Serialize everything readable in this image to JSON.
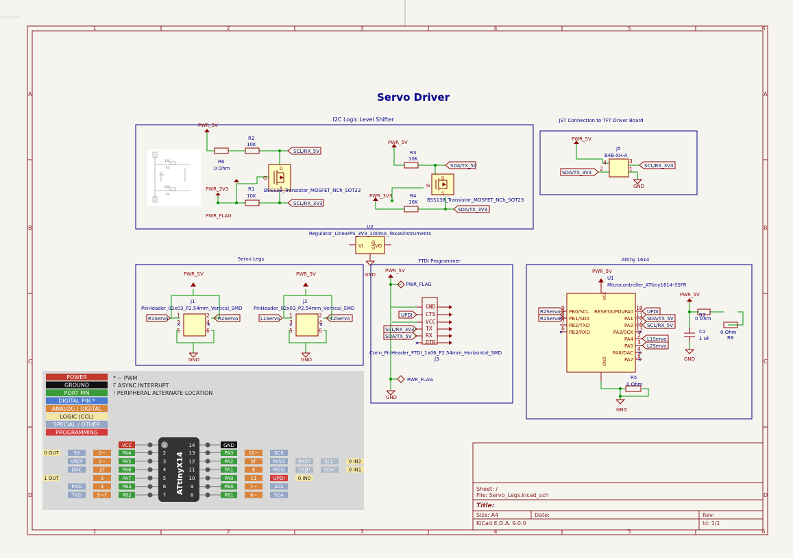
{
  "sheet": {
    "title": "Servo Driver",
    "border_cols": [
      "1",
      "2",
      "3",
      "4",
      "5",
      "6"
    ],
    "border_rows": [
      "A",
      "B",
      "C",
      "D"
    ]
  },
  "blocks": {
    "i2c": "I2C Logic Level Shifter",
    "jst": "JST Connection to TFT Driver Board",
    "servo": "Servo Legs",
    "ftdi": "FTDI Programmer",
    "attiny": "Attiny 1614"
  },
  "nets": {
    "pwr5": "PWR_5V",
    "pwr33": "PWR_3V3",
    "pwrflag": "PWR_FLAG",
    "gnd": "GND",
    "scl5": "SCL/RX_5V",
    "scl33": "SCL/RX_3V3",
    "sda5": "SDA/TX_5V",
    "sda33": "SDA/TX_3V3",
    "updi": "UPDI",
    "l1": "L1Servo",
    "l2": "L2Servo",
    "r1s": "R1Servo",
    "r2s": "R2Servo"
  },
  "components": {
    "r1": {
      "ref": "R1",
      "val": "10K"
    },
    "r2": {
      "ref": "R2",
      "val": "10K"
    },
    "r3": {
      "ref": "R3",
      "val": "10K"
    },
    "r4": {
      "ref": "R4",
      "val": "10K"
    },
    "r5": {
      "ref": "R5",
      "val": "0 Ohm"
    },
    "r6": {
      "ref": "R6",
      "val": "0 Ohm"
    },
    "r7": {
      "ref": "R7",
      "val": "0 Ohm"
    },
    "r8": {
      "ref": "R8",
      "val": "0 Ohm"
    },
    "c1": {
      "ref": "C1",
      "val": "1 uF"
    },
    "q": "BSS138_Transistor_MOSFET_NCh_SOT23",
    "j5": {
      "ref": "J5",
      "val": "B4B-XH-A"
    },
    "j1": {
      "ref": "J1",
      "val": "PinHeader_02x03_P2.54mm_Vertical_SMD"
    },
    "j2": {
      "ref": "J2",
      "val": "PinHeader_02x03_P2.54mm_Vertical_SMD"
    },
    "j3": {
      "ref": "J3",
      "val": "Conn_PinHeader_FTDI_1x06_P2.54mm_Horizontal_SMD"
    },
    "u1": {
      "ref": "U1",
      "val": "Microcontroller_ATtiny1614-SSFR"
    },
    "u2": {
      "ref": "U2",
      "val": "Regulator_LinearPS_3V3_100mA_Texasinstruments",
      "vi": "VI",
      "vo": "VO",
      "gnd": "GND"
    }
  },
  "u1_pins": {
    "left": [
      {
        "num": "9",
        "name": "PB0/SCL"
      },
      {
        "num": "8",
        "name": "PB1/SDA"
      },
      {
        "num": "7",
        "name": "PB2/TXD"
      },
      {
        "num": "6",
        "name": "PB3/RXD"
      }
    ],
    "right": [
      {
        "num": "10",
        "name": "RESET/UPDI/PA0"
      },
      {
        "num": "11",
        "name": "PA1"
      },
      {
        "num": "12",
        "name": "PA2"
      },
      {
        "num": "13",
        "name": "PA3/SCK"
      },
      {
        "num": "2",
        "name": "PA4"
      },
      {
        "num": "3",
        "name": "PA5"
      },
      {
        "num": "4",
        "name": "PA6/DAC"
      },
      {
        "num": "5",
        "name": "PA7"
      }
    ],
    "vcc": "VCC",
    "gnd": "GND"
  },
  "ftdi_pins": [
    "GND",
    "CTS",
    "VCC",
    "TX",
    "RX",
    "DTR"
  ],
  "legend": {
    "items": [
      {
        "label": "POWER",
        "bg": "#c0392b",
        "fg": "#ffffff"
      },
      {
        "label": "GROUND",
        "bg": "#111111",
        "fg": "#ffffff"
      },
      {
        "label": "PORT PIN",
        "bg": "#3a9b3a",
        "fg": "#ffffff"
      },
      {
        "label": "DIGITAL PIN *",
        "bg": "#4a7bd0",
        "fg": "#ffffff"
      },
      {
        "label": "ANALOG | DIGITAL",
        "bg": "#d9843b",
        "fg": "#ffffff"
      },
      {
        "label": "LOGIC (CCL)",
        "bg": "#f3e6a6",
        "fg": "#222222"
      },
      {
        "label": "SPECIAL / OTHER",
        "bg": "#94a6c4",
        "fg": "#ffffff"
      },
      {
        "label": "PROGRAMMING",
        "bg": "#d43a3a",
        "fg": "#ffffff"
      }
    ],
    "notes": [
      "* ~ PWM",
      "Γ ASYNC INTERRUPT",
      "¹ PERIPHERAL ALTERNATE LOCATION"
    ],
    "chip": "ATtinyX14",
    "left_rows": [
      {
        "logic": "0 OUT",
        "sp": "SS",
        "an": "0~",
        "port": "PA4",
        "pin": "2"
      },
      {
        "logic": "",
        "sp": "VREF",
        "an": "1~",
        "port": "PA5",
        "pin": "3"
      },
      {
        "logic": "",
        "sp": "DAC",
        "an": "2Γ",
        "port": "PA6",
        "pin": "4"
      },
      {
        "logic": "1 OUT",
        "sp": "",
        "an": "3",
        "port": "PA7",
        "pin": "5"
      },
      {
        "logic": "",
        "sp": "RXD",
        "an": "4",
        "port": "PB3",
        "pin": "6"
      },
      {
        "logic": "",
        "sp": "TXD",
        "an": "5~Γ",
        "port": "PB2",
        "pin": "7"
      }
    ],
    "right_rows": [
      {
        "pin": "13",
        "port": "PA3",
        "an": "10~",
        "sp": "SCK",
        "alt1": "",
        "alt2": "",
        "logic": ""
      },
      {
        "pin": "12",
        "port": "PA2",
        "an": "9Γ",
        "sp": "MISO",
        "alt1": "RXD¹",
        "alt2": "SCL¹",
        "logic": "0 IN2"
      },
      {
        "pin": "11",
        "port": "PA1",
        "an": "8",
        "sp": "MOSI",
        "alt1": "TXD¹",
        "alt2": "SDA¹",
        "logic": "0 IN1"
      },
      {
        "pin": "10",
        "port": "PA0",
        "an": "11",
        "sp": "UPDI",
        "alt1": "",
        "alt2": "",
        "logic": "0 IN0"
      },
      {
        "pin": "9",
        "port": "PB0",
        "an": "7~",
        "sp": "SCL",
        "alt1": "",
        "alt2": "",
        "logic": ""
      },
      {
        "pin": "8",
        "port": "PB1",
        "an": "6~",
        "sp": "SDA",
        "alt1": "",
        "alt2": "",
        "logic": ""
      }
    ],
    "vcc": "VCC",
    "gnd": "GND",
    "pin1": "1",
    "pin14": "14"
  },
  "title_block": {
    "sheet": "Sheet: /",
    "file": "File: Servo_Legs.kicad_sch",
    "title": "Title:",
    "size": "Size: A4",
    "date": "Date:",
    "rev": "Rev:",
    "kicad": "KiCad E.D.A. 9.0.0",
    "id": "Id: 1/1"
  },
  "colors": {
    "frame": "#8a2020",
    "wire": "#009600",
    "symbol": "#8a0000",
    "text": "#00008a",
    "label": "#0a0a5a",
    "pwr": "#8a0000",
    "fill": "#ffffc0"
  }
}
